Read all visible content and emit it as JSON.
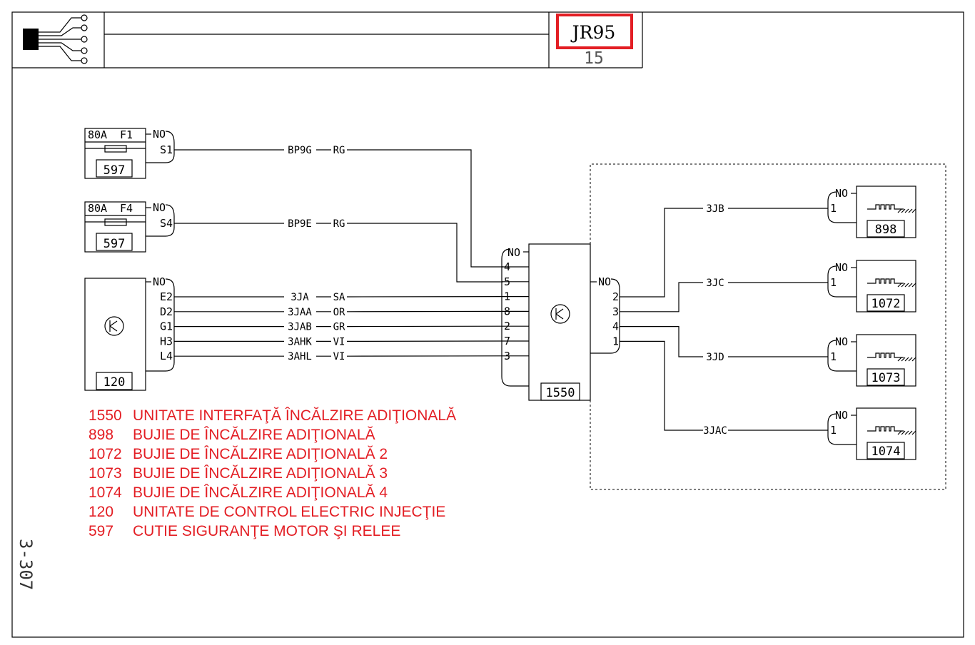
{
  "header": {
    "code": "JR95",
    "page": "15",
    "side_label": "3-307",
    "highlight_color": "#e31e24"
  },
  "fuse_boxes": [
    {
      "rating": "80A",
      "fuse": "F1",
      "pin_no": "NO",
      "pin": "S1",
      "id": "597",
      "wire": "BP9G",
      "color": "RG",
      "target_pin": "4"
    },
    {
      "rating": "80A",
      "fuse": "F4",
      "pin_no": "NO",
      "pin": "S4",
      "id": "597",
      "wire": "BP9E",
      "color": "RG",
      "target_pin": "5"
    }
  ],
  "ecu": {
    "id": "120",
    "pin_no": "NO",
    "pins": [
      {
        "pin": "E2",
        "wire": "3JA",
        "color": "SA",
        "target_pin": "1"
      },
      {
        "pin": "D2",
        "wire": "3JAA",
        "color": "OR",
        "target_pin": "8"
      },
      {
        "pin": "G1",
        "wire": "3JAB",
        "color": "GR",
        "target_pin": "2"
      },
      {
        "pin": "H3",
        "wire": "3AHK",
        "color": "VI",
        "target_pin": "7"
      },
      {
        "pin": "L4",
        "wire": "3AHL",
        "color": "VI",
        "target_pin": "3"
      }
    ]
  },
  "interface_unit": {
    "id": "1550",
    "left_no": "NO",
    "left_pins": [
      "4",
      "5",
      "1",
      "8",
      "2",
      "7",
      "3"
    ],
    "right_no": "NO",
    "right_pins": [
      "2",
      "3",
      "4",
      "1"
    ]
  },
  "glow_plugs": [
    {
      "id": "898",
      "pin_no": "NO",
      "pin": "1",
      "wire": "3JB",
      "from_pin": "2"
    },
    {
      "id": "1072",
      "pin_no": "NO",
      "pin": "1",
      "wire": "3JC",
      "from_pin": "3"
    },
    {
      "id": "1073",
      "pin_no": "NO",
      "pin": "1",
      "wire": "3JD",
      "from_pin": "4"
    },
    {
      "id": "1074",
      "pin_no": "NO",
      "pin": "1",
      "wire": "3JAC",
      "from_pin": "1"
    }
  ],
  "legend": [
    {
      "code": "1550",
      "text": "UNITATE INTERFAŢĂ ÎNCĂLZIRE ADIŢIONALĂ"
    },
    {
      "code": "898",
      "text": "BUJIE DE ÎNCĂLZIRE ADIŢIONALĂ"
    },
    {
      "code": "1072",
      "text": "BUJIE DE ÎNCĂLZIRE ADIŢIONALĂ 2"
    },
    {
      "code": "1073",
      "text": "BUJIE DE ÎNCĂLZIRE ADIŢIONALĂ 3"
    },
    {
      "code": "1074",
      "text": "BUJIE DE ÎNCĂLZIRE ADIŢIONALĂ 4"
    },
    {
      "code": "120",
      "text": "UNITATE DE CONTROL ELECTRIC INJECŢIE"
    },
    {
      "code": "597",
      "text": "CUTIE SIGURANŢE MOTOR ŞI RELEE"
    }
  ]
}
